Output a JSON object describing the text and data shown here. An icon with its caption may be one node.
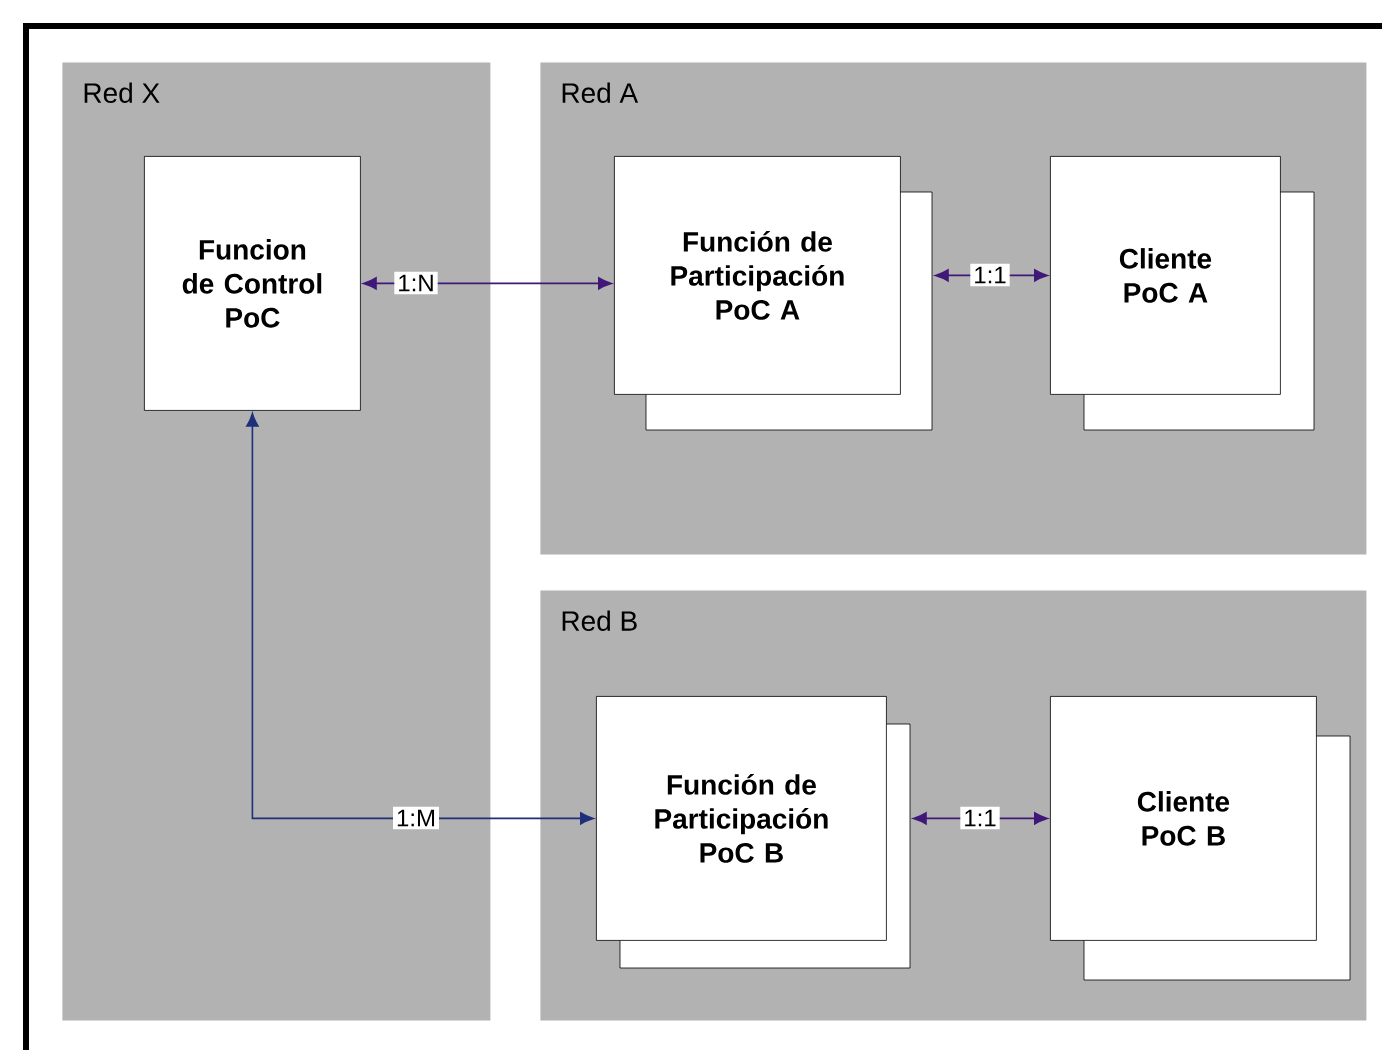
{
  "diagram": {
    "nodes": [
      {
        "text": [
          "Red X"
        ]
      },
      {
        "text": [
          "Red A"
        ]
      },
      {
        "text": [
          "Red B"
        ]
      },
      {
        "text": [
          "Funcion de Control PoC"
        ],
        "in": 0
      },
      {
        "text": [
          "Función de Participación PoC A"
        ],
        "in": 1
      },
      {
        "text": [
          "Cliente PoC A"
        ],
        "in": 1
      },
      {
        "text": [
          "Función de Participación PoC B"
        ],
        "in": 2
      },
      {
        "text": [
          "Cliente PoC B"
        ],
        "in": 2
      }
    ],
    "edges": [
      {
        "from": 3,
        "to": 4,
        "arrow": "both",
        "label": "1:N"
      },
      {
        "from": 4,
        "to": 5,
        "arrow": "both",
        "label": "1:1"
      },
      {
        "from": 3,
        "to": 6,
        "arrow": "both",
        "label": "1:M",
        "color": "#1f2f7a"
      },
      {
        "from": 6,
        "to": 7,
        "arrow": "both",
        "label": "1:1"
      }
    ]
  }
}
